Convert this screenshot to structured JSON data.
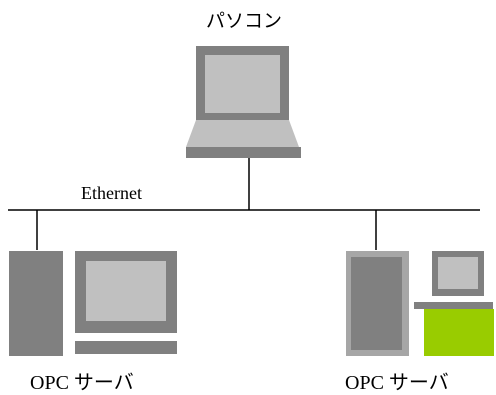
{
  "title": "パソコン",
  "network_label": "Ethernet",
  "servers": [
    {
      "label": "OPC サーバ"
    },
    {
      "label": "OPC サーバ"
    }
  ],
  "colors": {
    "dark_gray": "#808080",
    "light_gray": "#a6a6a6",
    "screen_fill": "#c0c0c0",
    "green": "#99cc00",
    "line": "#000000"
  }
}
